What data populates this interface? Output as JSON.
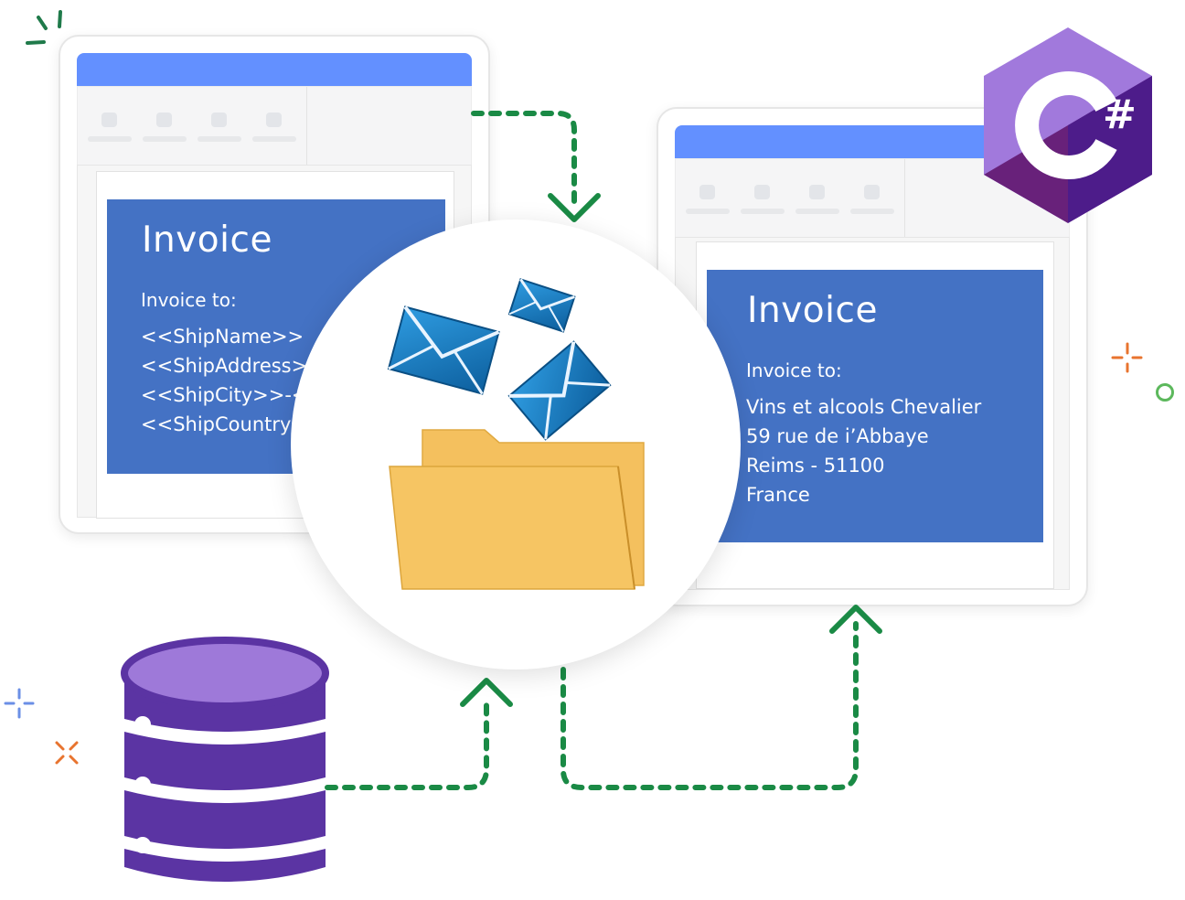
{
  "template_doc": {
    "title": "Invoice",
    "label": "Invoice to:",
    "fields": [
      "<<ShipName>>",
      "<<ShipAddress>>",
      "<<ShipCity>>-<<S",
      "<<ShipCountry>>"
    ]
  },
  "output_doc": {
    "title": "Invoice",
    "label": "Invoice to:",
    "lines": [
      "Vins et alcools Chevalier",
      "59 rue de i’Abbaye",
      "Reims - 51100",
      "France"
    ]
  },
  "logo": {
    "symbol": "#"
  },
  "colors": {
    "window_bar": "#6390ff",
    "invoice_bg": "#4472c4",
    "flow_arrow": "#1a8a45",
    "database": "#5b34a3",
    "database_top": "#9e79d9",
    "folder": "#f4c05e",
    "envelope": "#1b7fc4",
    "csharp_logo": "#7d4fc2"
  },
  "icons": [
    "database-icon",
    "folder-icon",
    "envelope-icon",
    "csharp-logo-icon",
    "sparkle-icon"
  ]
}
